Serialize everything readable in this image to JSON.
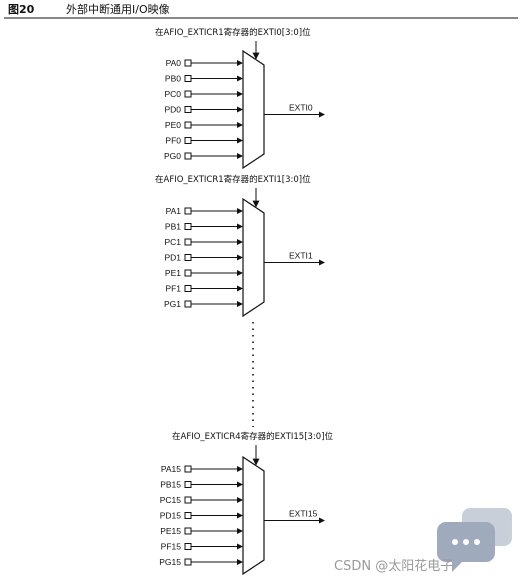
{
  "caption": {
    "figure_number": "图20",
    "title": "外部中断通用I/O映像"
  },
  "muxes": [
    {
      "register_label": "在AFIO_EXTICR1寄存器的EXTI0[3:0]位",
      "inputs": [
        "PA0",
        "PB0",
        "PC0",
        "PD0",
        "PE0",
        "PF0",
        "PG0"
      ],
      "output": "EXTI0"
    },
    {
      "register_label": "在AFIO_EXTICR1寄存器的EXTI1[3:0]位",
      "inputs": [
        "PA1",
        "PB1",
        "PC1",
        "PD1",
        "PE1",
        "PF1",
        "PG1"
      ],
      "output": "EXTI1"
    },
    {
      "register_label": "在AFIO_EXTICR4寄存器的EXTI15[3:0]位",
      "inputs": [
        "PA15",
        "PB15",
        "PC15",
        "PD15",
        "PE15",
        "PF15",
        "PG15"
      ],
      "output": "EXTI15"
    }
  ],
  "watermark": {
    "text": "CSDN @太阳花电子",
    "icon": "chat-bubble-logo-icon"
  },
  "colors": {
    "line": "#111111",
    "watermark": "#9a9a9a",
    "logo": "#7f8fa6"
  }
}
